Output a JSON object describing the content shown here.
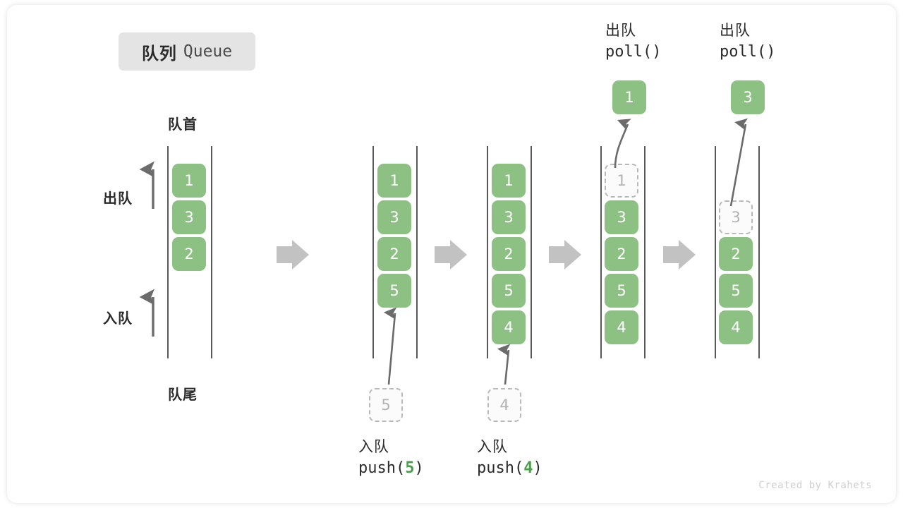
{
  "title": {
    "cn": "队列",
    "en": "Queue"
  },
  "labels": {
    "front": "队首",
    "rear": "队尾",
    "dequeue": "出队",
    "enqueue": "入队"
  },
  "credit": "Created by Krahets",
  "colors": {
    "cell_green": "#8cc183",
    "cell_text": "#ffffff",
    "ghost_border": "#b9b9b9",
    "ghost_text": "#b3b3b3",
    "rail": "#585858",
    "arrow": "#6b6b6b",
    "step_arrow": "#c2c2c2",
    "badge_bg": "#e4e4e4",
    "code_accent": "#4a9d4a",
    "credit": "#cfcfcf"
  },
  "steps": [
    {
      "id": "initial",
      "cells": [
        "1",
        "3",
        "2"
      ],
      "ghost_top": null,
      "ghost_bottom": null,
      "popped": null,
      "caption_cn": null,
      "caption_code": null
    },
    {
      "id": "push-5",
      "cells": [
        "1",
        "3",
        "2",
        "5"
      ],
      "ghost_top": null,
      "ghost_bottom": "5",
      "popped": null,
      "caption_cn": "入队",
      "caption_code_prefix": "push(",
      "caption_code_num": "5",
      "caption_code_suffix": ")"
    },
    {
      "id": "push-4",
      "cells": [
        "1",
        "3",
        "2",
        "5",
        "4"
      ],
      "ghost_top": null,
      "ghost_bottom": "4",
      "popped": null,
      "caption_cn": "入队",
      "caption_code_prefix": "push(",
      "caption_code_num": "4",
      "caption_code_suffix": ")"
    },
    {
      "id": "poll-1",
      "cells": [
        "3",
        "2",
        "5",
        "4"
      ],
      "ghost_top": "1",
      "ghost_bottom": null,
      "popped": "1",
      "caption_cn": "出队",
      "caption_code": "poll()"
    },
    {
      "id": "poll-3",
      "cells": [
        "2",
        "5",
        "4"
      ],
      "ghost_top": "3",
      "ghost_bottom": null,
      "popped": "3",
      "caption_cn": "出队",
      "caption_code": "poll()"
    }
  ],
  "step_arrows": [
    {
      "label": "transition-1"
    },
    {
      "label": "transition-2"
    },
    {
      "label": "transition-3"
    },
    {
      "label": "transition-4"
    }
  ]
}
